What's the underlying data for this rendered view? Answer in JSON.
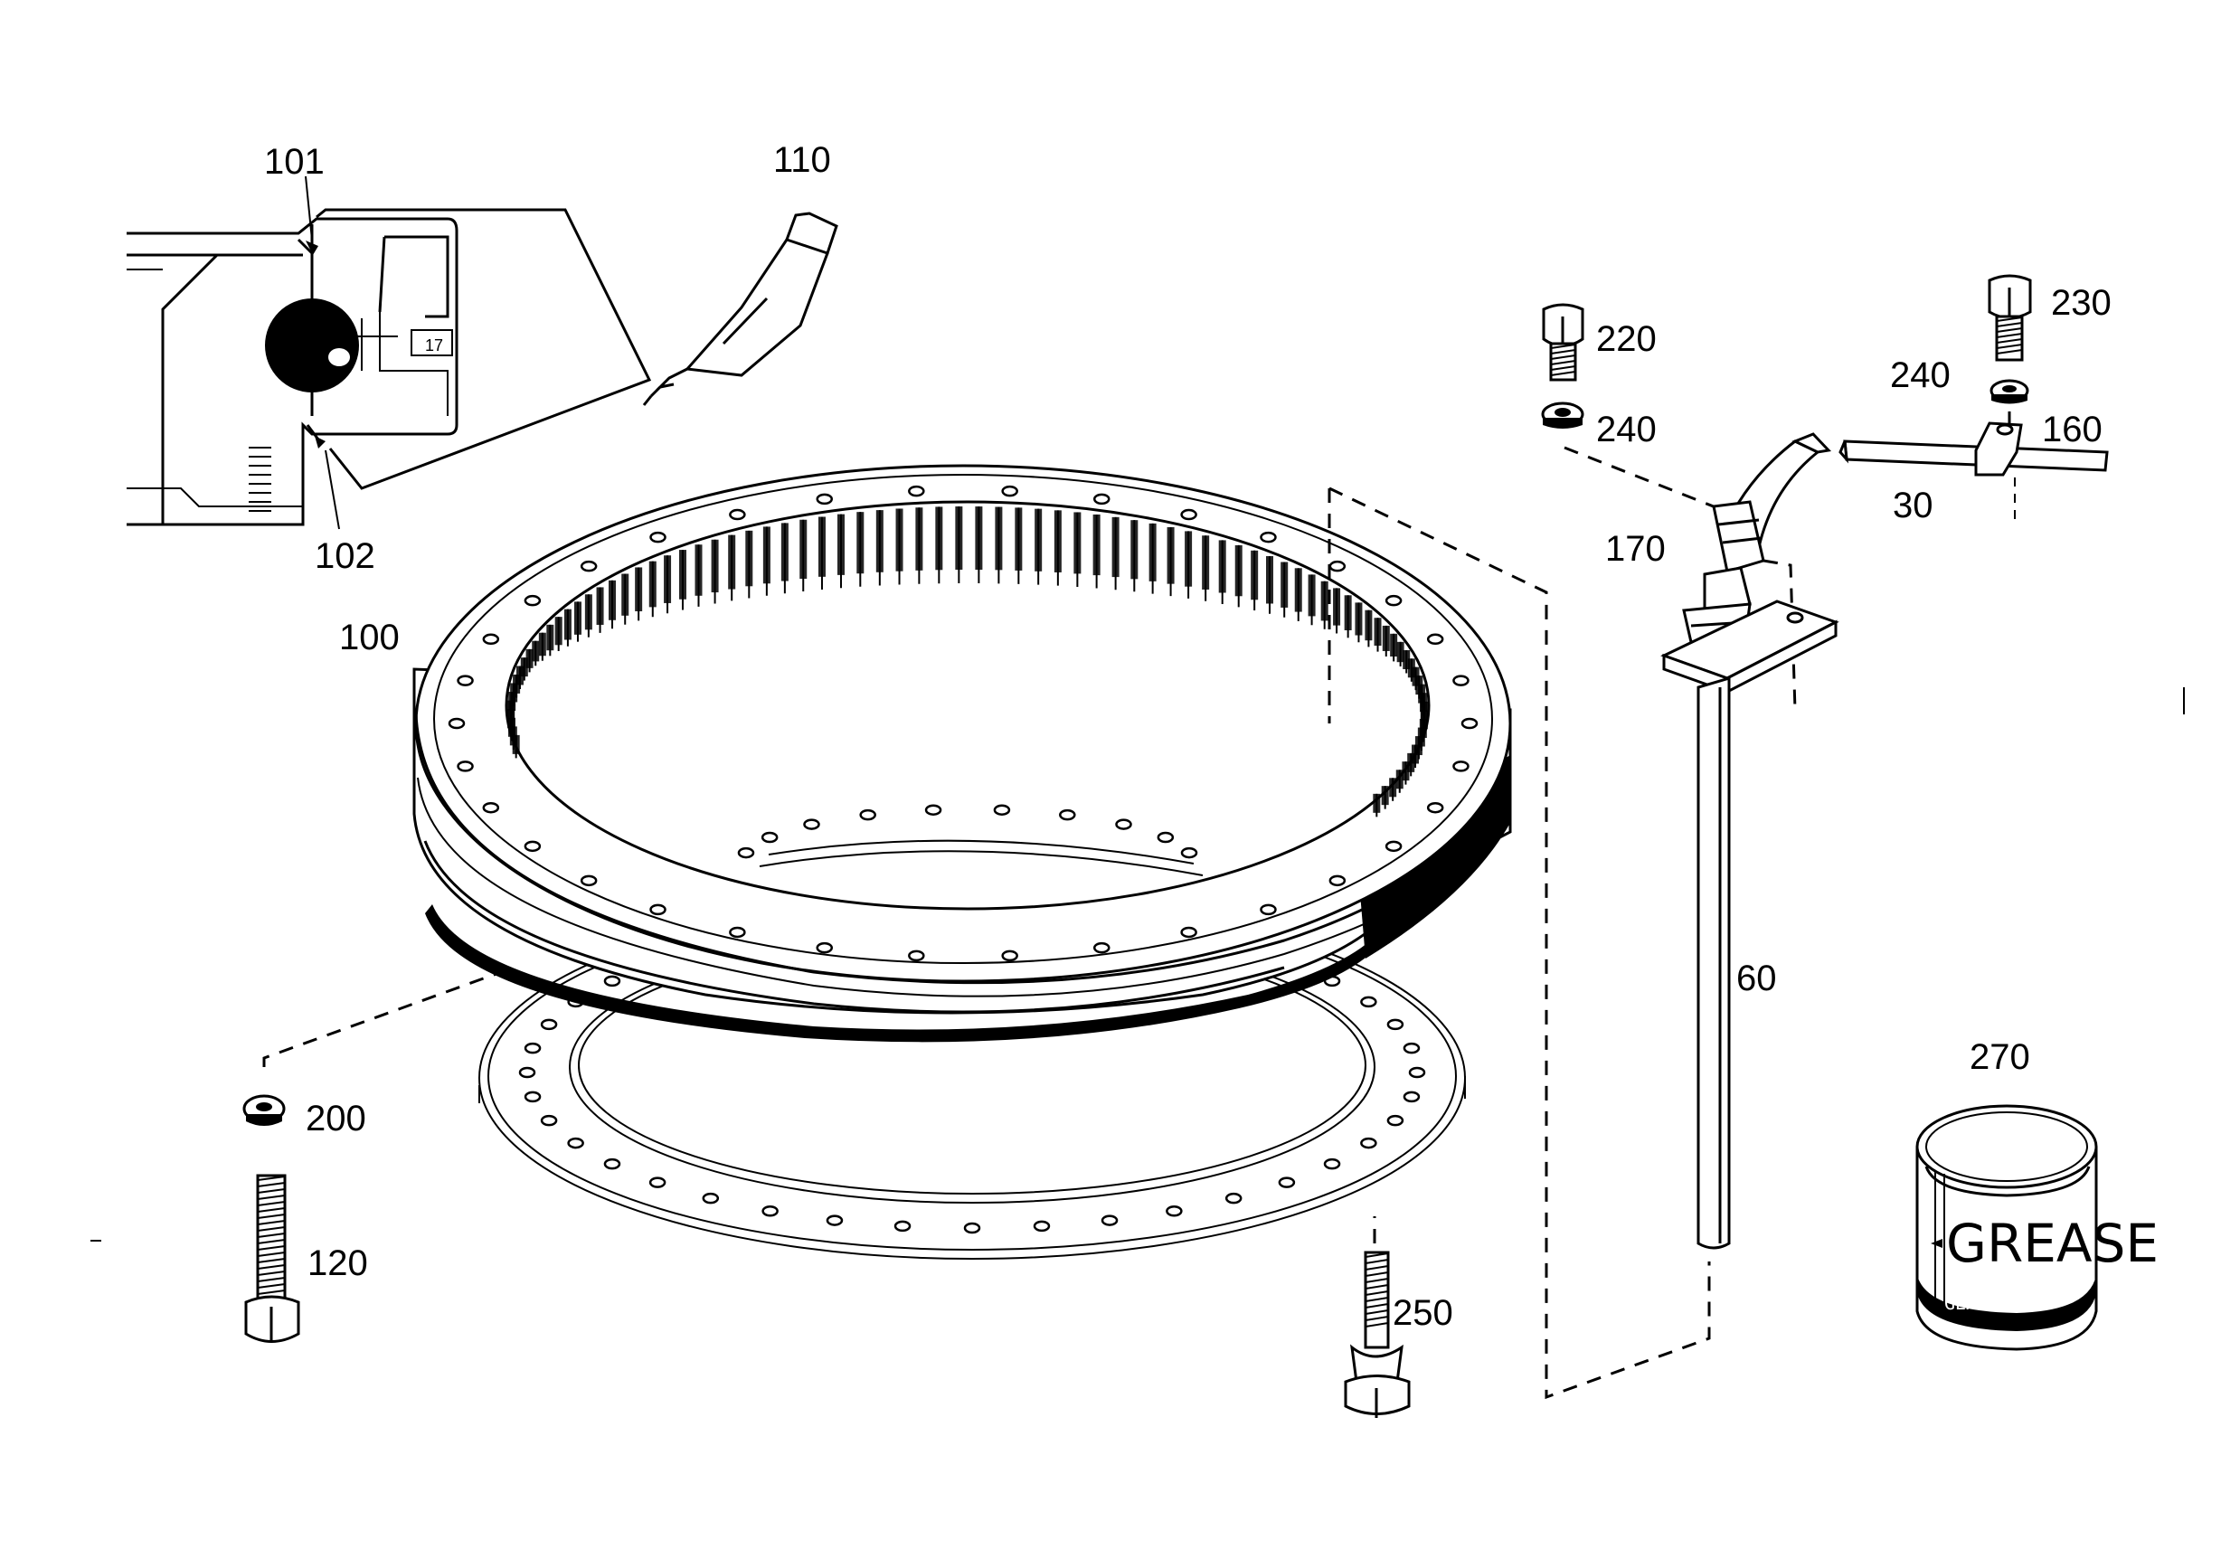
{
  "callouts": {
    "c101": "101",
    "c102": "102",
    "c110": "110",
    "c100": "100",
    "c220": "220",
    "c240a": "240",
    "c230": "230",
    "c240b": "240",
    "c160": "160",
    "c30": "30",
    "c170": "170",
    "c60": "60",
    "c270": "270",
    "c200": "200",
    "c120": "120",
    "c250": "250"
  },
  "can_text": {
    "brand": "GREASE",
    "sub": "GEAHESA"
  },
  "detail_text": "17",
  "colors": {
    "ink": "#000000",
    "paper": "#ffffff"
  }
}
